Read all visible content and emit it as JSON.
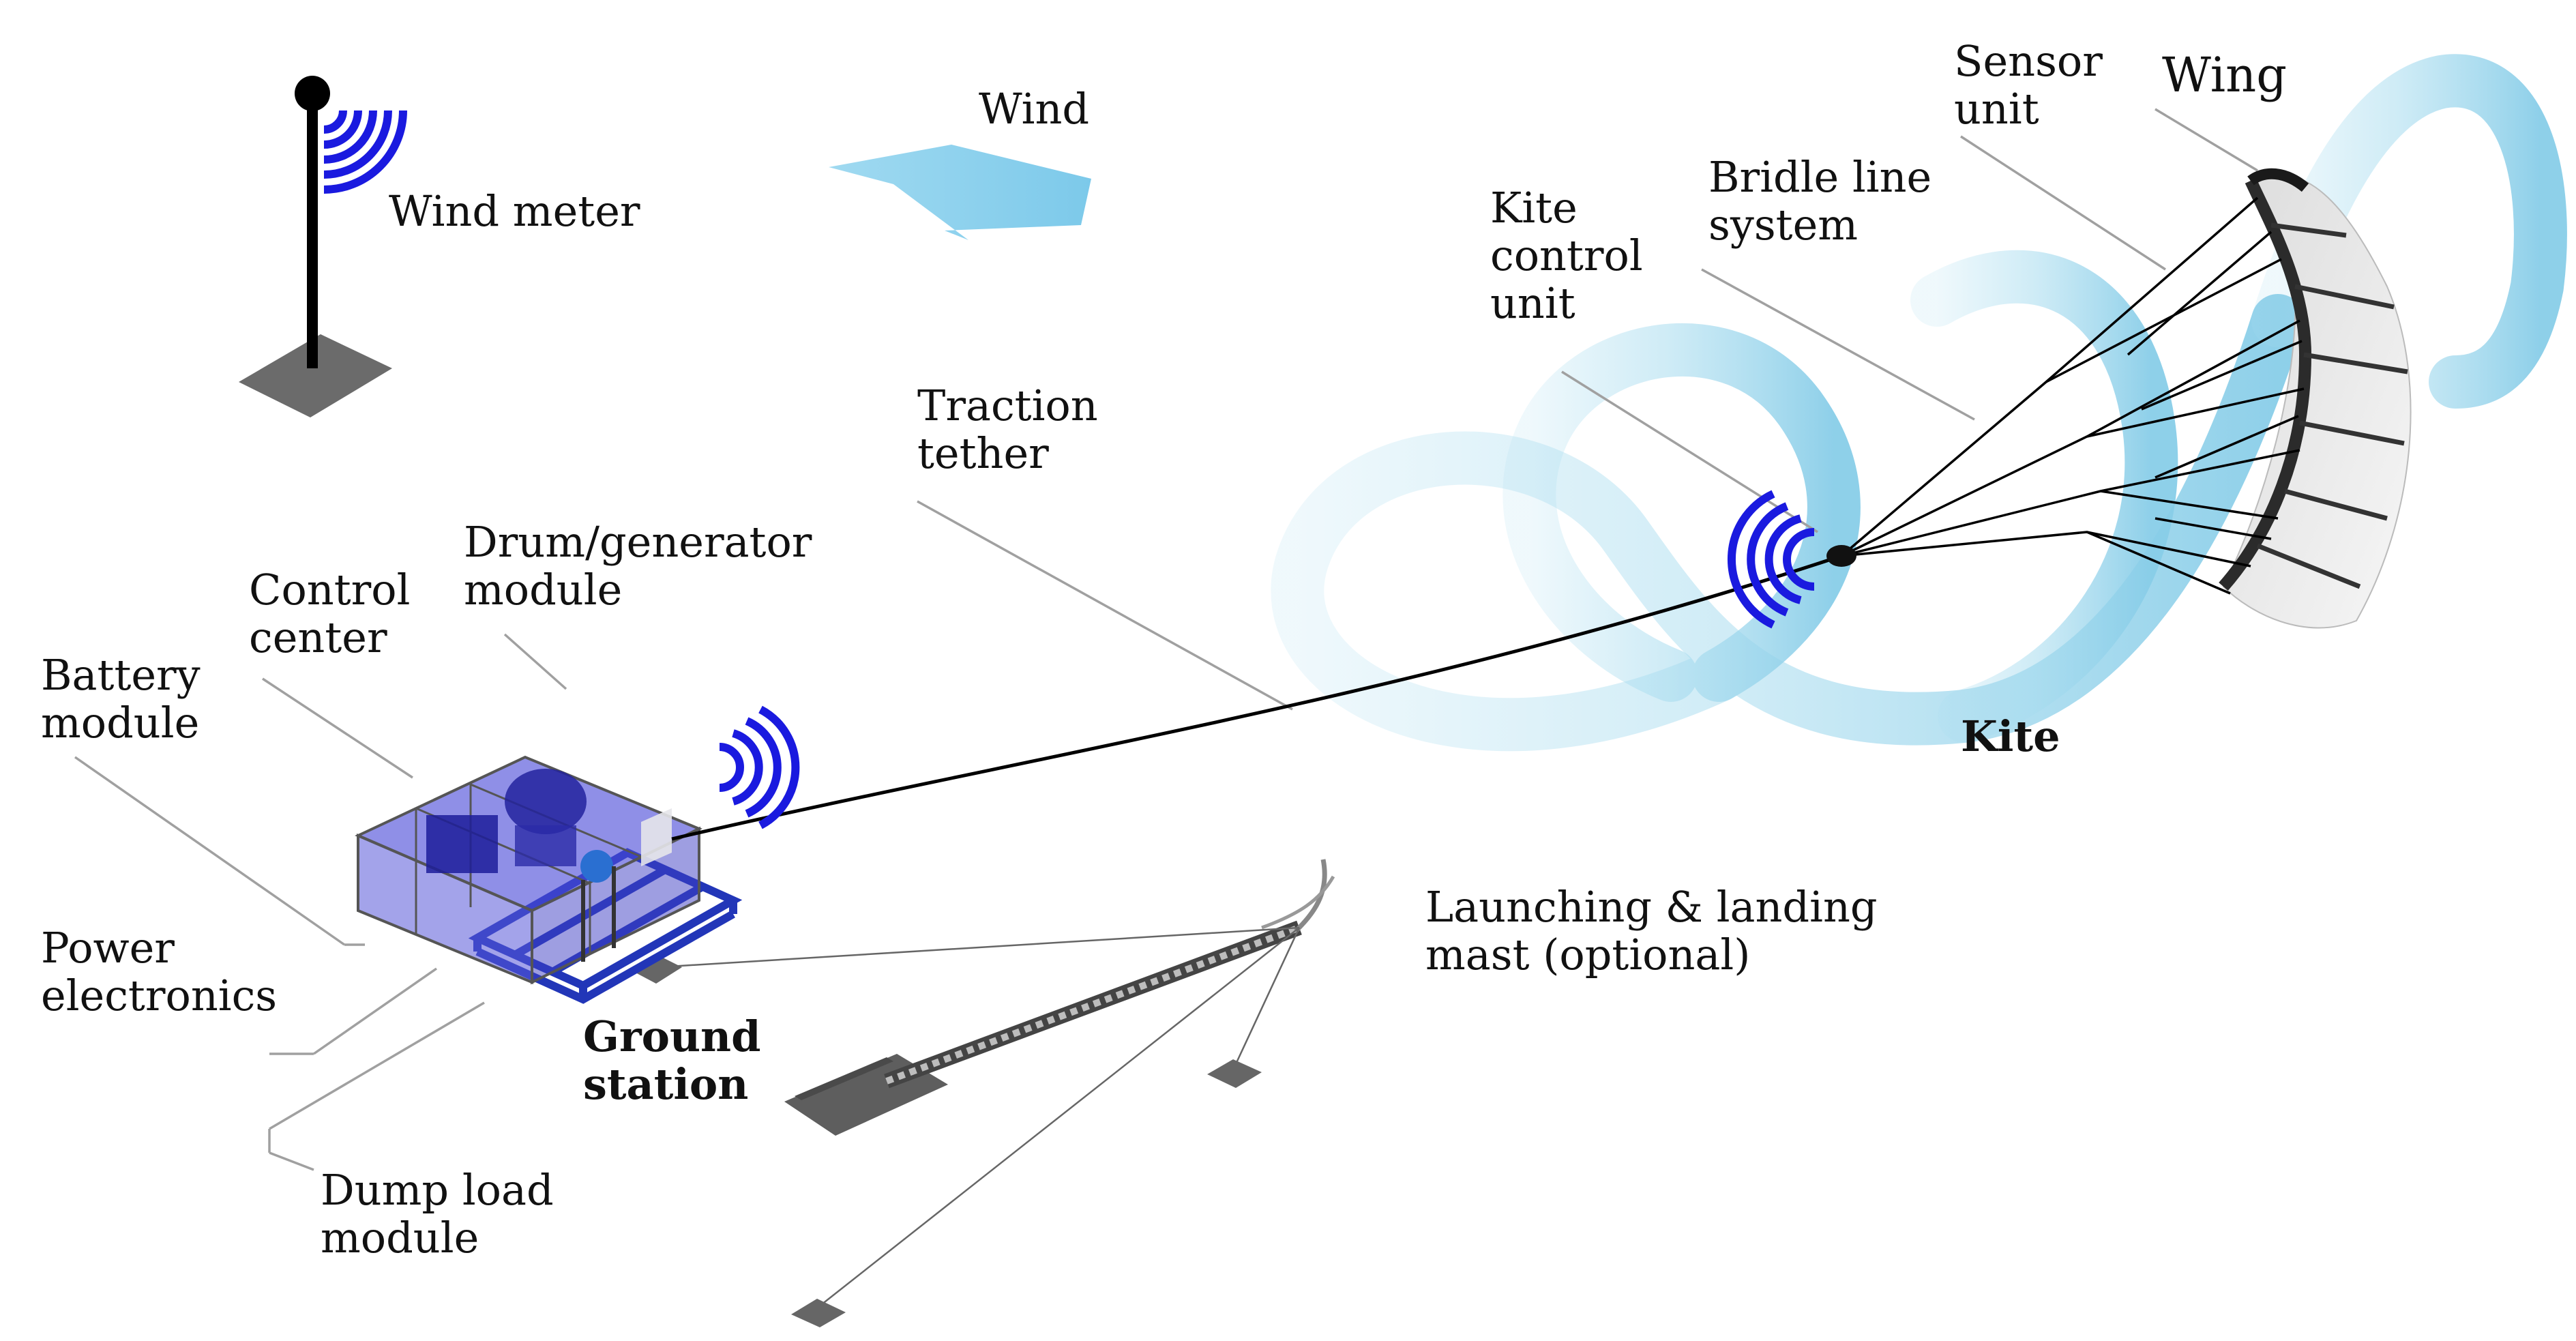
{
  "labels": {
    "wind": "Wind",
    "wind_meter": "Wind meter",
    "traction_tether": [
      "Traction",
      "tether"
    ],
    "kite_control_unit": [
      "Kite",
      "control",
      "unit"
    ],
    "bridle_line_system": [
      "Bridle line",
      "system"
    ],
    "sensor_unit": [
      "Sensor",
      "unit"
    ],
    "wing": "Wing",
    "kite": "Kite",
    "drum_generator_module": [
      "Drum/generator",
      "module"
    ],
    "control_center": [
      "Control",
      "center"
    ],
    "battery_module": [
      "Battery",
      "module"
    ],
    "power_electronics": [
      "Power",
      "electronics"
    ],
    "ground_station": [
      "Ground",
      "station"
    ],
    "dump_load_module": [
      "Dump load",
      "module"
    ],
    "launching_landing_mast": [
      "Launching & landing",
      "mast (optional)"
    ]
  },
  "icons": {
    "wind_meter": "wind-meter-icon",
    "wind_arrow": "wind-arrow-icon",
    "signal": "wireless-signal-icon"
  },
  "colors": {
    "flight_path": "#a8dcef",
    "wind_arrow": "#8fd3ee",
    "signal": "#1a1adf",
    "module_box": "#4b4bd8",
    "frame": "#2236b8",
    "leader_line": "#a0a0a0",
    "pad": "#6b6b6b"
  }
}
